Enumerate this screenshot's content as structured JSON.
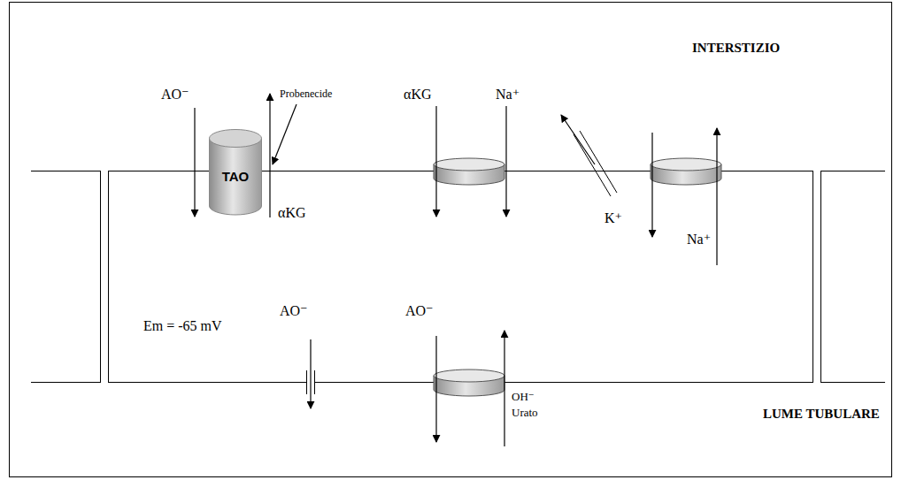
{
  "diagram": {
    "nodes": [
      {
        "text": [
          "TAO"
        ]
      }
    ],
    "labels": [
      "AO⁻",
      "Probenecide",
      "αKG",
      "αKG",
      "Na⁺",
      "INTERSTIZIO",
      "K⁺",
      "Na⁺",
      "Em = -65 mV",
      "AO⁻",
      "AO⁻",
      "OH⁻",
      "Urato",
      "LUME TUBULARE"
    ]
  }
}
